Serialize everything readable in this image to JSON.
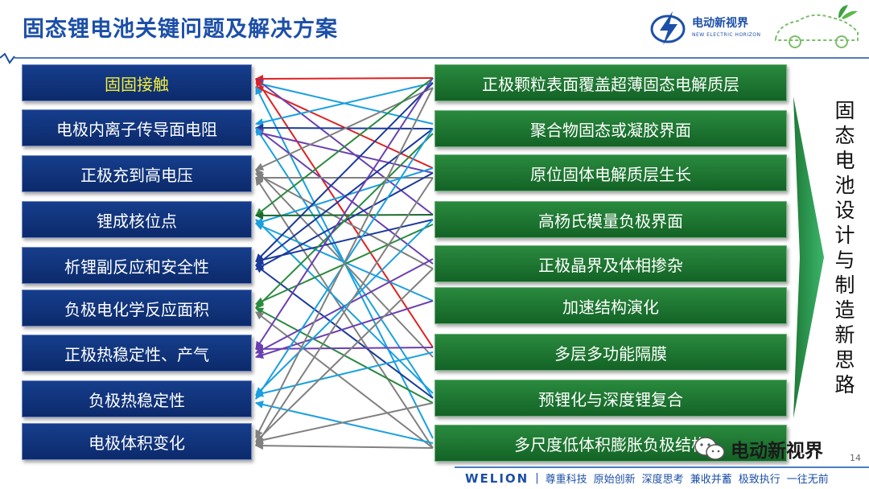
{
  "header": {
    "title": "固态锂电池关键问题及解决方案",
    "logo_cn": "电动新视界",
    "logo_en": "NEW ELECTRIC HORIZON"
  },
  "problems": [
    {
      "label": "固固接触"
    },
    {
      "label": "电极内离子传导面电阻"
    },
    {
      "label": "正极充到高电压"
    },
    {
      "label": "锂成核位点"
    },
    {
      "label": "析锂副反应和安全性"
    },
    {
      "label": "负极电化学反应面积"
    },
    {
      "label": "正极热稳定性、产气"
    },
    {
      "label": "负极热稳定性"
    },
    {
      "label": "电极体积变化"
    }
  ],
  "solutions": [
    {
      "label": "正极颗粒表面覆盖超薄固态电解质层"
    },
    {
      "label": "聚合物固态或凝胶界面"
    },
    {
      "label": "原位固体电解质层生长"
    },
    {
      "label": "高杨氏模量负极界面"
    },
    {
      "label": "正极晶界及体相掺杂"
    },
    {
      "label": "加速结构演化"
    },
    {
      "label": "多层多功能隔膜"
    },
    {
      "label": "预锂化与深度锂复合"
    },
    {
      "label": "多尺度低体积膨胀负极结构"
    }
  ],
  "connections": [
    {
      "from": 0,
      "to": 0,
      "color": "#e02020"
    },
    {
      "from": 0,
      "to": 1,
      "color": "#1aa0e0"
    },
    {
      "from": 0,
      "to": 2,
      "color": "#e02020"
    },
    {
      "from": 0,
      "to": 3,
      "color": "#6a40b0"
    },
    {
      "from": 0,
      "to": 6,
      "color": "#e02020"
    },
    {
      "from": 0,
      "to": 8,
      "color": "#1aa0e0"
    },
    {
      "from": 1,
      "to": 0,
      "color": "#1aa0e0"
    },
    {
      "from": 1,
      "to": 1,
      "color": "#1a3a9a"
    },
    {
      "from": 1,
      "to": 2,
      "color": "#6a40b0"
    },
    {
      "from": 1,
      "to": 4,
      "color": "#6a40b0"
    },
    {
      "from": 1,
      "to": 7,
      "color": "#1aa0e0"
    },
    {
      "from": 2,
      "to": 0,
      "color": "#808080"
    },
    {
      "from": 2,
      "to": 2,
      "color": "#808080"
    },
    {
      "from": 2,
      "to": 4,
      "color": "#808080"
    },
    {
      "from": 2,
      "to": 6,
      "color": "#808080"
    },
    {
      "from": 2,
      "to": 8,
      "color": "#808080"
    },
    {
      "from": 3,
      "to": 0,
      "color": "#2a8a3e"
    },
    {
      "from": 3,
      "to": 2,
      "color": "#1aa0e0"
    },
    {
      "from": 3,
      "to": 3,
      "color": "#1a6a2a"
    },
    {
      "from": 3,
      "to": 5,
      "color": "#1aa0e0"
    },
    {
      "from": 3,
      "to": 7,
      "color": "#1aa0e0"
    },
    {
      "from": 4,
      "to": 0,
      "color": "#1a3a9a"
    },
    {
      "from": 4,
      "to": 1,
      "color": "#1a3a9a"
    },
    {
      "from": 4,
      "to": 2,
      "color": "#1a3a9a"
    },
    {
      "from": 4,
      "to": 3,
      "color": "#1a3a9a"
    },
    {
      "from": 4,
      "to": 7,
      "color": "#1a3a9a"
    },
    {
      "from": 5,
      "to": 1,
      "color": "#2a8a3e"
    },
    {
      "from": 5,
      "to": 3,
      "color": "#2a8a3e"
    },
    {
      "from": 5,
      "to": 7,
      "color": "#2a8a3e"
    },
    {
      "from": 5,
      "to": 8,
      "color": "#808080"
    },
    {
      "from": 6,
      "to": 0,
      "color": "#6a40b0"
    },
    {
      "from": 6,
      "to": 4,
      "color": "#6a40b0"
    },
    {
      "from": 6,
      "to": 5,
      "color": "#6a40b0"
    },
    {
      "from": 6,
      "to": 6,
      "color": "#6a40b0"
    },
    {
      "from": 7,
      "to": 1,
      "color": "#1aa0e0"
    },
    {
      "from": 7,
      "to": 3,
      "color": "#1aa0e0"
    },
    {
      "from": 7,
      "to": 6,
      "color": "#1aa0e0"
    },
    {
      "from": 7,
      "to": 8,
      "color": "#1aa0e0"
    },
    {
      "from": 8,
      "to": 0,
      "color": "#808080"
    },
    {
      "from": 8,
      "to": 2,
      "color": "#808080"
    },
    {
      "from": 8,
      "to": 4,
      "color": "#808080"
    },
    {
      "from": 8,
      "to": 7,
      "color": "#808080"
    },
    {
      "from": 8,
      "to": 8,
      "color": "#808080"
    }
  ],
  "side_text": [
    "固",
    "态",
    "电",
    "池",
    "设",
    "计",
    "与",
    "制",
    "造",
    "新",
    "思",
    "路"
  ],
  "watermark": {
    "text": "电动新视界"
  },
  "page_number": "14",
  "footer": {
    "brand": "WELION",
    "slogans": [
      "尊重科技",
      "原始创新",
      "深度思考",
      "兼收并蓄",
      "极致执行",
      "一往无前"
    ]
  },
  "colors": {
    "title": "#1c4fa8",
    "problem_box": "#0c2a6b",
    "solution_box": "#136326",
    "highlight_text": "#f4ee3a"
  }
}
